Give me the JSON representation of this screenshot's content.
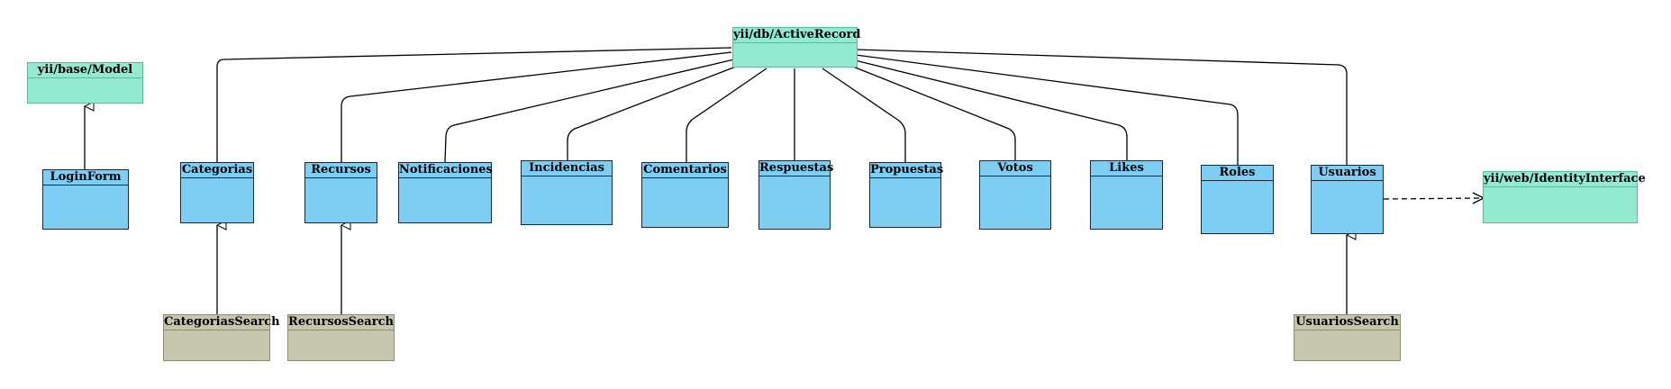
{
  "diagram": {
    "classes": {
      "active_record": "yii/db/ActiveRecord",
      "model": "yii/base/Model",
      "login_form": "LoginForm",
      "categorias": "Categorias",
      "recursos": "Recursos",
      "notificaciones": "Notificaciones",
      "incidencias": "Incidencias",
      "comentarios": "Comentarios",
      "respuestas": "Respuestas",
      "propuestas": "Propuestas",
      "votos": "Votos",
      "likes": "Likes",
      "roles": "Roles",
      "usuarios": "Usuarios",
      "identity_interface": "yii/web/IdentityInterface",
      "categorias_search": "CategoriasSearch",
      "recursos_search": "RecursosSearch",
      "usuarios_search": "UsuariosSearch"
    },
    "colors": {
      "entity": "#7ecef4",
      "framework": "#93ead0",
      "search": "#c6c5ad",
      "line": "#000000"
    }
  }
}
